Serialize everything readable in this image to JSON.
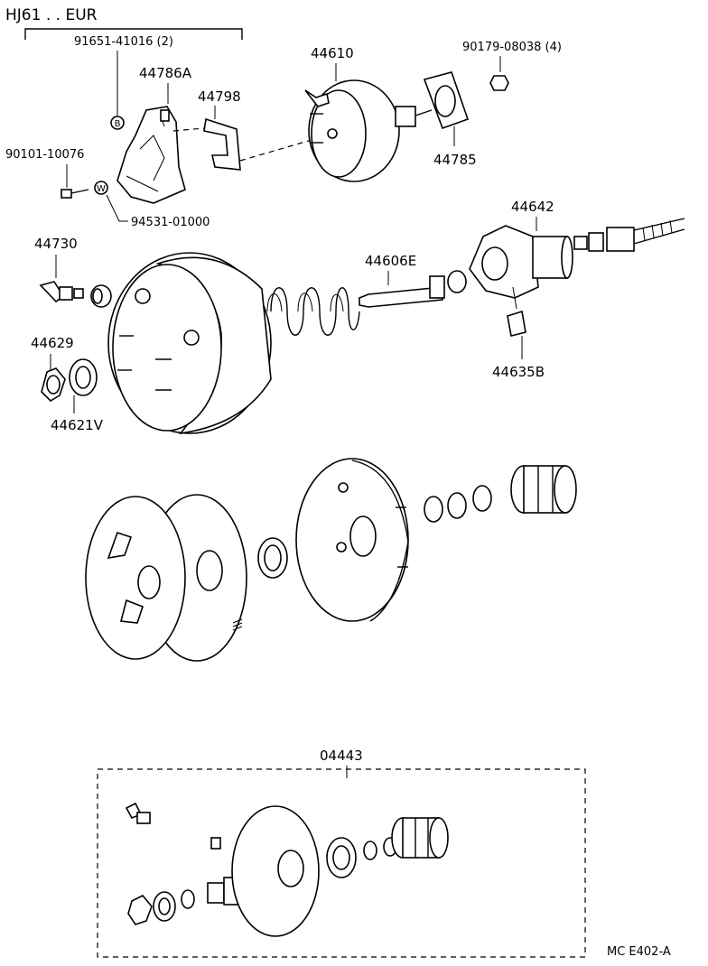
{
  "header": {
    "model_label": "HJ61 . . EUR",
    "bracket_label": "91651-41016 (2)"
  },
  "labels": {
    "p44786A": "44786A",
    "p44798": "44798",
    "p44610": "44610",
    "p90179": "90179-08038 (4)",
    "p44785": "44785",
    "p90101": "90101-10076",
    "p94531": "94531-01000",
    "p44642": "44642",
    "p44730": "44730",
    "p44606E": "44606E",
    "p44629": "44629",
    "p44621V": "44621V",
    "p44635B": "44635B",
    "p04443": "04443",
    "circle_b": "B",
    "circle_w": "W"
  },
  "footer": {
    "code": "MC  E402-A"
  }
}
